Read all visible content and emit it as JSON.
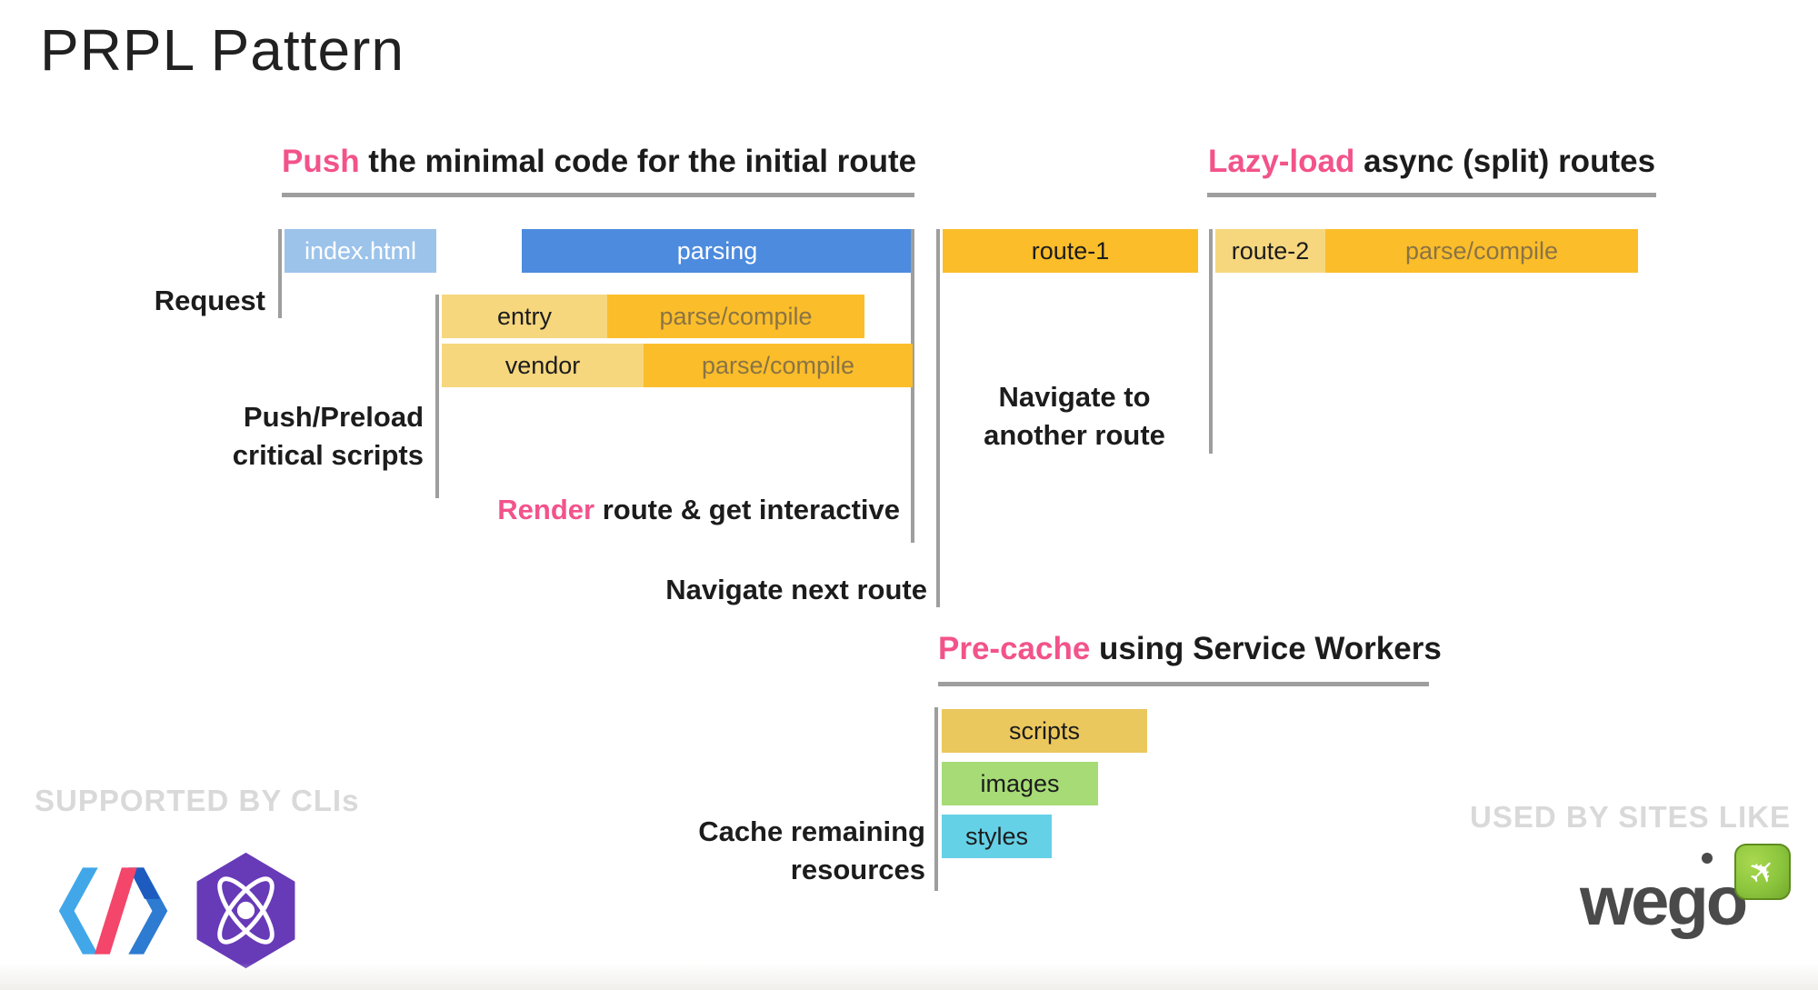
{
  "title": "PRPL Pattern",
  "colors": {
    "pink_highlight": "#f2538a",
    "blue_bar": "#4c8bde",
    "light_blue_bar": "#9cc3ea",
    "orange_bar": "#fbbd2a",
    "light_yellow_bar": "#f6d77e",
    "tan_bar": "#ebc85e",
    "green_bar": "#a6db76",
    "cyan_bar": "#65d1e6",
    "line_gray": "#9e9e9e",
    "parse_label_text": "#8a7445",
    "footer_gray": "#d9d9d9",
    "preact_purple": "#673ab8",
    "wego_green": "#8cc63e",
    "wego_text": "#4a4a4a"
  },
  "headings": {
    "push": {
      "highlight": "Push",
      "rest": " the minimal code for the initial route"
    },
    "lazy": {
      "highlight": "Lazy-load",
      "rest": " async (split) routes"
    },
    "render": {
      "highlight": "Render",
      "rest": " route & get interactive"
    },
    "precache": {
      "highlight": "Pre-cache",
      "rest": " using Service Workers"
    }
  },
  "labels": {
    "request": "Request",
    "push_preload": {
      "line1": "Push/Preload",
      "line2": "critical scripts"
    },
    "navigate_another": {
      "line1": "Navigate to",
      "line2": "another route"
    },
    "navigate_next": "Navigate next route",
    "cache_remaining": {
      "line1": "Cache remaining",
      "line2": "resources"
    }
  },
  "timeline": {
    "index_html": "index.html",
    "parsing": "parsing",
    "route1": "route-1",
    "route2": "route-2",
    "route2_parse": "parse/compile",
    "entry": "entry",
    "entry_parse": "parse/compile",
    "vendor": "vendor",
    "vendor_parse": "parse/compile"
  },
  "precache_bars": {
    "scripts": "scripts",
    "images": "images",
    "styles": "styles"
  },
  "footer": {
    "supported_by": "SUPPORTED BY CLIs",
    "used_by": "USED BY SITES LIKE",
    "wego_wordmark": "wego",
    "logo_names": [
      "polymer-logo",
      "preact-logo",
      "wego-plane-icon"
    ]
  }
}
